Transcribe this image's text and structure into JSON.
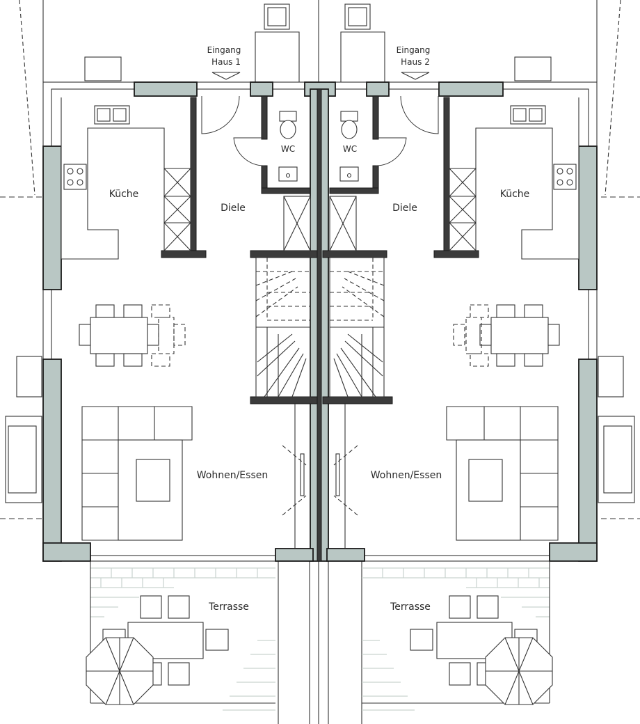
{
  "plan": {
    "left": {
      "entrance": "Eingang",
      "house": "Haus 1",
      "wc": "WC",
      "kitchen": "Küche",
      "hall": "Diele",
      "living": "Wohnen/Essen",
      "terrace": "Terrasse"
    },
    "right": {
      "entrance": "Eingang",
      "house": "Haus 2",
      "wc": "WC",
      "kitchen": "Küche",
      "hall": "Diele",
      "living": "Wohnen/Essen",
      "terrace": "Terrasse"
    }
  },
  "colors": {
    "wall_fill": "#b9c7c4",
    "line": "#333333",
    "paving": "#c9d3cf"
  }
}
